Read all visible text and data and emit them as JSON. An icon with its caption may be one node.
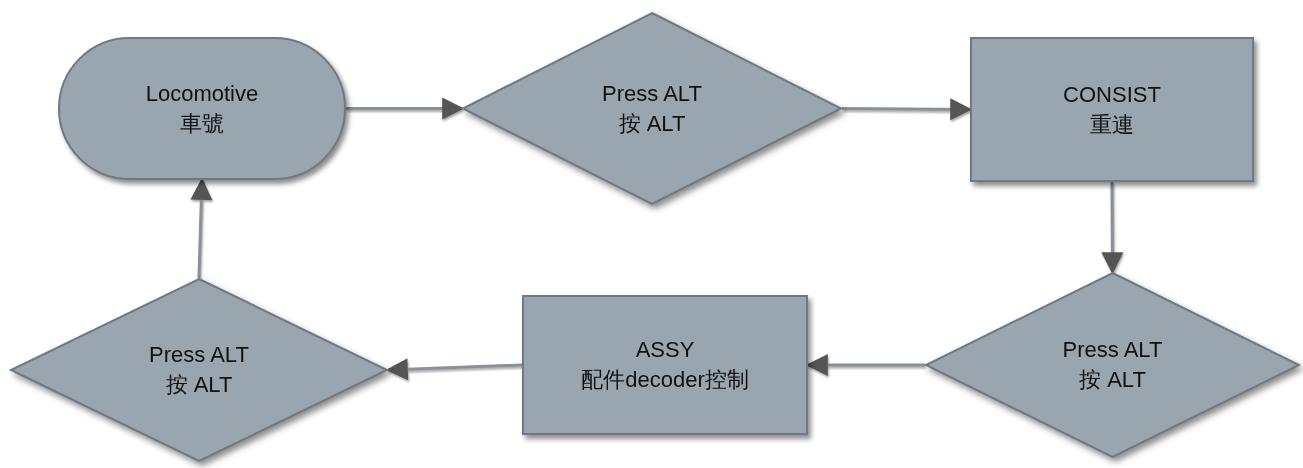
{
  "diagram": {
    "nodes": [
      {
        "text": [
          "Locomotive",
          "車號"
        ]
      },
      {
        "text": [
          "Press ALT",
          "按 ALT"
        ]
      },
      {
        "text": [
          "CONSIST",
          "重連"
        ]
      },
      {
        "text": [
          "Press ALT",
          "按 ALT"
        ]
      },
      {
        "text": [
          "ASSY",
          "配件decoder控制"
        ]
      },
      {
        "text": [
          "Press ALT",
          "按 ALT"
        ]
      }
    ],
    "edges": [
      {
        "from": 0,
        "to": 1,
        "arrow": "to"
      },
      {
        "from": 1,
        "to": 2,
        "arrow": "to"
      },
      {
        "from": 2,
        "to": 3,
        "arrow": "to"
      },
      {
        "from": 3,
        "to": 4,
        "arrow": "to"
      },
      {
        "from": 4,
        "to": 5,
        "arrow": "to"
      },
      {
        "from": 5,
        "to": 0,
        "arrow": "to"
      }
    ]
  }
}
